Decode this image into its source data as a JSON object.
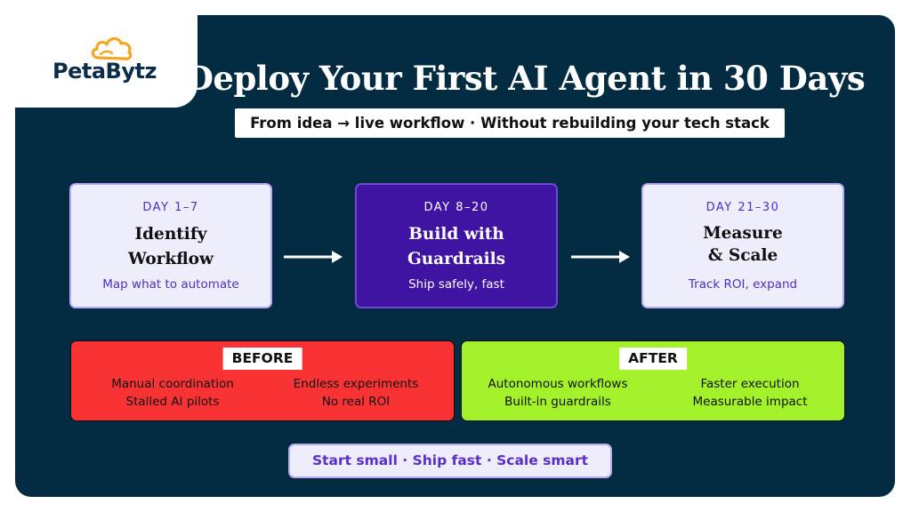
{
  "brand": {
    "name": "PetaBytz",
    "accent": "#f5a623"
  },
  "header": {
    "title": "Deploy Your First AI Agent in 30 Days",
    "subtitle": "From idea → live workflow · Without rebuilding your tech stack"
  },
  "steps": [
    {
      "day": "DAY 1–7",
      "title_line1": "Identify",
      "title_line2": "Workflow",
      "desc": "Map what to automate"
    },
    {
      "day": "DAY 8–20",
      "title_line1": "Build with",
      "title_line2": "Guardrails",
      "desc": "Ship safely, fast"
    },
    {
      "day": "DAY 21–30",
      "title_line1": "Measure",
      "title_line2": "& Scale",
      "desc": "Track ROI, expand"
    }
  ],
  "before": {
    "label": "BEFORE",
    "items": [
      "Manual coordination",
      "Endless experiments",
      "Stalled AI pilots",
      "No real ROI"
    ]
  },
  "after": {
    "label": "AFTER",
    "items": [
      "Autonomous workflows",
      "Faster execution",
      "Built-in guardrails",
      "Measurable impact"
    ]
  },
  "footer": {
    "tagline": "Start small · Ship fast · Scale smart"
  },
  "colors": {
    "panel": "#032b42",
    "step_light": "#eeedfc",
    "step_dark": "#3f14a3",
    "before": "#f93333",
    "after": "#a2f12a",
    "footer_text": "#5a2fc8"
  }
}
